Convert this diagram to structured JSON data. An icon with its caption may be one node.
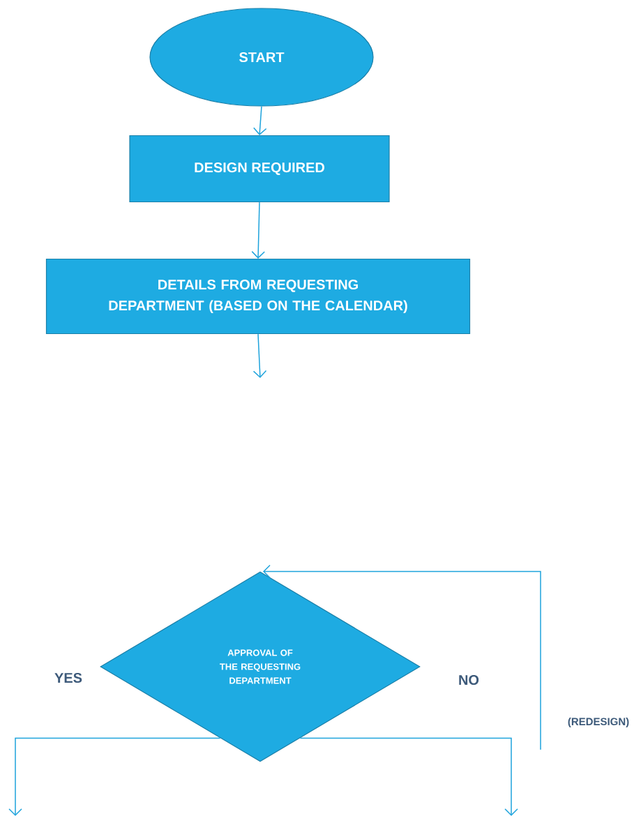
{
  "diagram": {
    "nodes": [
      {
        "text": [
          "START"
        ]
      },
      {
        "text": [
          "DESIGN REQUIRED"
        ]
      },
      {
        "text": [
          "DETAILS FROM REQUESTING DEPARTMENT (BASED ON THE CALENDAR)"
        ]
      },
      {
        "text": [
          "APPROVAL OF THE REQUESTING DEPARTMENT"
        ]
      }
    ],
    "edges": [
      {
        "from": 0,
        "to": 1,
        "arrow": "to"
      },
      {
        "from": 1,
        "to": 2,
        "arrow": "to"
      },
      {
        "from": 2,
        "to": null,
        "arrow": "to"
      },
      {
        "from": 3,
        "to": null,
        "arrow": "to",
        "label": "YES"
      },
      {
        "from": 3,
        "to": null,
        "arrow": "to",
        "label": "NO"
      },
      {
        "from": null,
        "to": 3,
        "arrow": "to",
        "label": "(REDESIGN)"
      }
    ]
  }
}
